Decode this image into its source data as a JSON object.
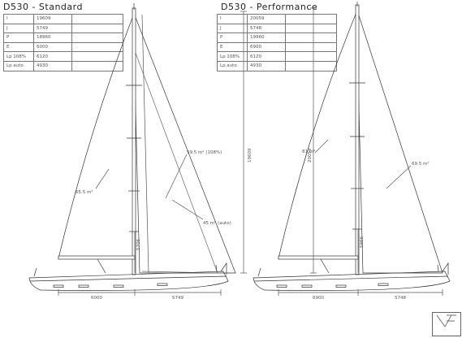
{
  "standard": {
    "title": "D530 - Standard",
    "specs": [
      {
        "key": "I",
        "value": "19609"
      },
      {
        "key": "J",
        "value": "5749"
      },
      {
        "key": "P",
        "value": "18960"
      },
      {
        "key": "E",
        "value": "6000"
      },
      {
        "key": "Lp 108%",
        "value": "6120"
      },
      {
        "key": "Lp auto",
        "value": "4930"
      }
    ],
    "mainsail_area": "65.5 m²",
    "genoa_area": "59.5 m² (108%)",
    "jib_area": "45 m² (auto)",
    "boom_dim": "6000",
    "fore_dim": "5749",
    "height_dim": "19609",
    "lower_dim": "5706"
  },
  "performance": {
    "title": "D530 - Performance",
    "specs": [
      {
        "key": "I",
        "value": "20059"
      },
      {
        "key": "J",
        "value": "5748"
      },
      {
        "key": "P",
        "value": "19960"
      },
      {
        "key": "E",
        "value": "6900"
      },
      {
        "key": "Lp 108%",
        "value": "6120"
      },
      {
        "key": "Lp auto",
        "value": "4930"
      }
    ],
    "mainsail_area": "81 m²",
    "genoa_area": "69.5 m²",
    "boom_dim": "6900",
    "fore_dim": "5748",
    "height_dim": "20059",
    "lower_dim": "5966"
  }
}
